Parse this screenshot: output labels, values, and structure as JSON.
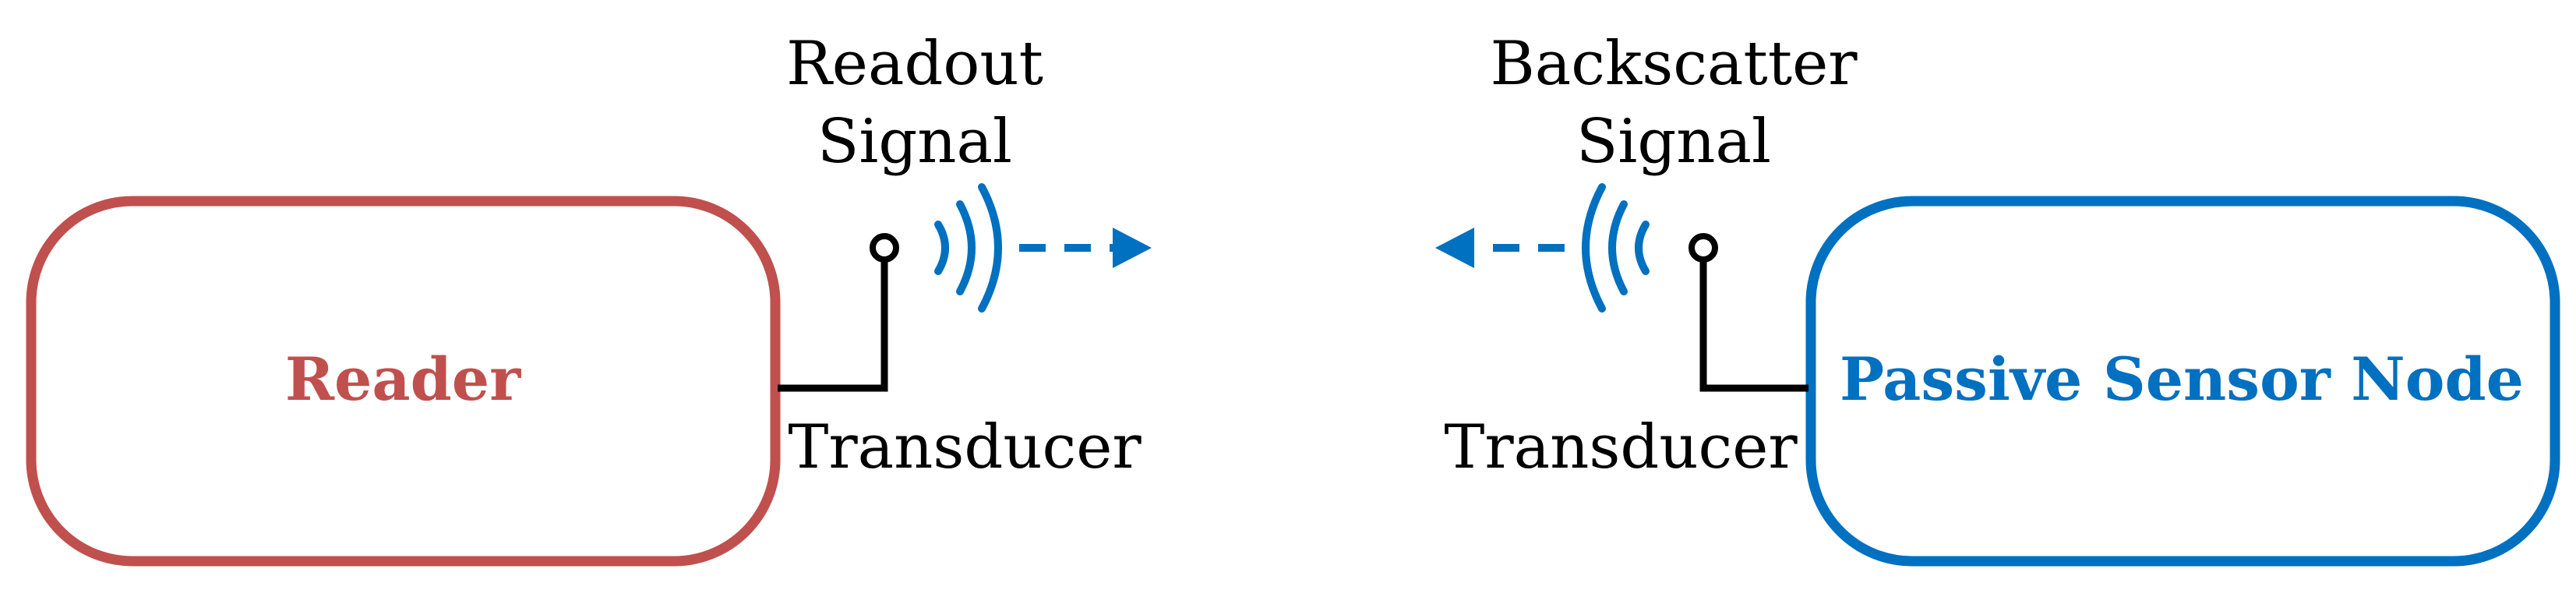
{
  "diagram": {
    "reader": {
      "label": "Reader",
      "color": "#C0504D"
    },
    "sensor_node": {
      "label": "Passive Sensor Node",
      "color": "#0070C0"
    },
    "readout_signal": {
      "line1": "Readout",
      "line2": "Signal"
    },
    "backscatter_signal": {
      "line1": "Backscatter",
      "line2": "Signal"
    },
    "reader_transducer_label": "Transducer",
    "sensor_transducer_label": "Transducer",
    "wave_color": "#0070C0",
    "wire_color": "#000000"
  }
}
